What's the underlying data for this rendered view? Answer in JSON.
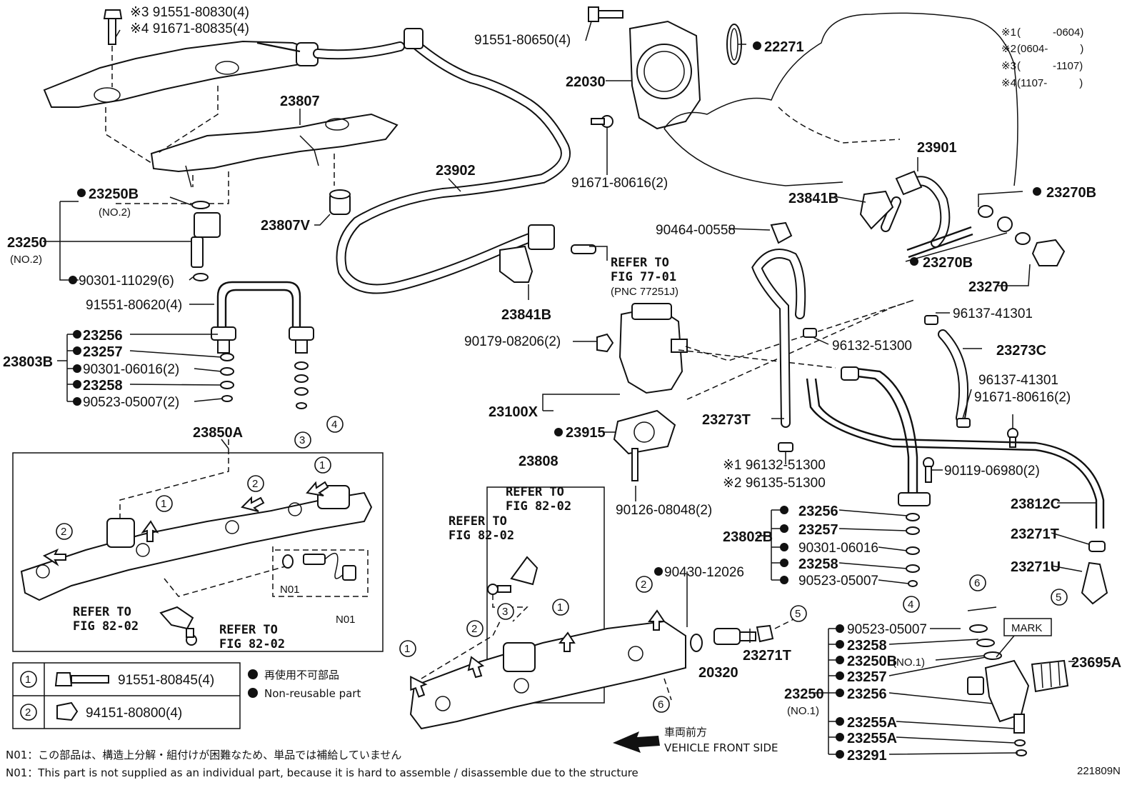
{
  "diagram_id": "221809N",
  "legend_dates": [
    {
      "mark": "※1",
      "range": "(　　　-0604)"
    },
    {
      "mark": "※2",
      "range": "(0604-　　　)"
    },
    {
      "mark": "※3",
      "range": "(　　　-1107)"
    },
    {
      "mark": "※4",
      "range": "(1107-　　　)"
    }
  ],
  "labels": {
    "p_91551_80830": "※3 91551-80830(4)",
    "p_91671_80835": "※4 91671-80835(4)",
    "p_23807": "23807",
    "p_23807V": "23807V",
    "p_23250B_top": "23250B",
    "p_no2_a": "(NO.2)",
    "p_23250_left": "23250",
    "p_no2_b": "(NO.2)",
    "p_90301_11029": "90301-11029(6)",
    "p_91551_80620": "91551-80620(4)",
    "p_23256_l": "23256",
    "p_23257_l": "23257",
    "p_90301_06016_l": "90301-06016(2)",
    "p_23258_l": "23258",
    "p_90523_05007_l": "90523-05007(2)",
    "p_23803B": "23803B",
    "p_23850A": "23850A",
    "p_n01_a": "N01",
    "p_n01_b": "N01",
    "p_91551_80650": "91551-80650(4)",
    "p_22030": "22030",
    "p_22271": "22271",
    "p_23902": "23902",
    "p_91671_80616_a": "91671-80616(2)",
    "p_23841B_mid": "23841B",
    "p_90179_08206": "90179-08206(2)",
    "p_23100X": "23100X",
    "p_23915": "23915",
    "p_90126_08048": "90126-08048(2)",
    "p_23808": "23808",
    "p_90430_12026": "90430-12026",
    "p_20320": "20320",
    "p_23271T_bottom": "23271T",
    "p_23901": "23901",
    "p_23841B_right": "23841B",
    "p_23270B_a": "23270B",
    "p_90464_00558": "90464-00558",
    "p_23270B_b": "23270B",
    "p_23270": "23270",
    "p_96137_41301_a": "96137-41301",
    "p_96132_51300_a": "96132-51300",
    "p_23273C": "23273C",
    "p_96137_41301_b": "96137-41301",
    "p_91671_80616_b": "91671-80616(2)",
    "p_23273T": "23273T",
    "p_96132_51300_b": "※1 96132-51300",
    "p_96135_51300": "※2 96135-51300",
    "p_90119_06980": "90119-06980(2)",
    "p_23812C": "23812C",
    "p_23256_r": "23256",
    "p_23257_r": "23257",
    "p_90301_06016_r": "90301-06016",
    "p_23258_r": "23258",
    "p_90523_05007_r": "90523-05007",
    "p_23802B": "23802B",
    "p_23271T_right": "23271T",
    "p_23271U": "23271U",
    "p_mark": "MARK",
    "p_23695A": "23695A",
    "p_90523_05007_b": "90523-05007",
    "p_23258_b": "23258",
    "p_23250B_b": "23250B",
    "p_no1_a": "(NO.1)",
    "p_23257_b": "23257",
    "p_23256_b": "23256",
    "p_23250_b": "23250",
    "p_no1_b": "(NO.1)",
    "p_23255A_a": "23255A",
    "p_23255A_b": "23255A",
    "p_23291": "23291",
    "refer_77_a": "REFER TO",
    "refer_77_b": "FIG 77-01",
    "refer_77_c": "(PNC 77251J)",
    "refer_82_1a": "REFER TO",
    "refer_82_1b": "FIG 82-02",
    "refer_82_2a": "REFER TO",
    "refer_82_2b": "FIG 82-02",
    "refer_82_3a": "REFER TO",
    "refer_82_3b": "FIG 82-02",
    "refer_82_4a": "REFER TO",
    "refer_82_4b": "FIG 82-02",
    "front_jp": "車両前方",
    "front_en": "VEHICLE FRONT SIDE"
  },
  "callouts": [
    "1",
    "2",
    "3",
    "4",
    "5",
    "6"
  ],
  "key_table": [
    {
      "num": "1",
      "part": "91551-80845(4)"
    },
    {
      "num": "2",
      "part": "94151-80800(4)"
    }
  ],
  "nonreusable_jp": "再使用不可部品",
  "nonreusable_en": "Non-reusable part",
  "footnote_jp": "N01：この部品は、構造上分解・組付けが困難なため、単品では補給していません",
  "footnote_en": "N01：This part is not supplied as an individual part, because it is hard to assemble / disassemble due to the structure"
}
